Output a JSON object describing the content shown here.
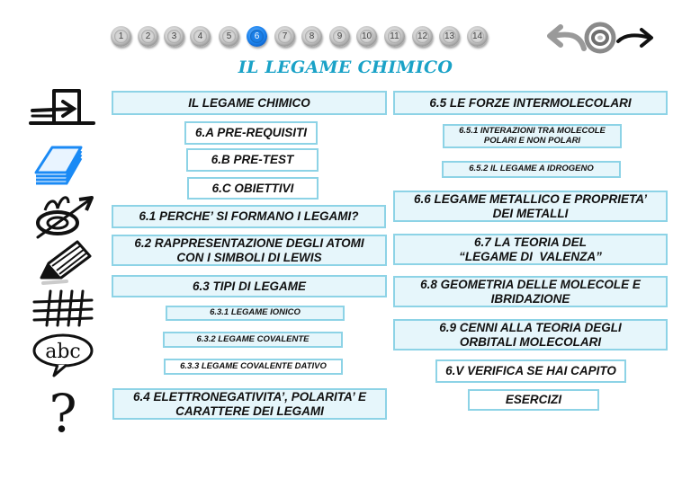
{
  "chapter_nav": {
    "chapters": [
      "1",
      "2",
      "3",
      "4",
      "5",
      "6",
      "7",
      "8",
      "9",
      "10",
      "11",
      "12",
      "13",
      "14"
    ],
    "active": "6"
  },
  "nav_icons": {
    "back": "back-arrow-icon",
    "home": "home-target-icon",
    "forward": "forward-arrow-icon"
  },
  "title": "IL LEGAME CHIMICO",
  "sidebar": {
    "icons": [
      "exit-door-icon",
      "notes-stack-icon",
      "target-arrow-icon",
      "pencil-icon",
      "grid-hash-icon",
      "abc-speech-icon",
      "question-mark-icon"
    ]
  },
  "colors": {
    "title": "#1aa2c7",
    "box_border": "#8dd3e6",
    "box_fill": "#e6f6fb",
    "active_chapter": "#1b7fe8"
  },
  "menu": {
    "left": {
      "intro": "IL LEGAME CHIMICO",
      "prereq": "6.A PRE-REQUISITI",
      "pretest": "6.B PRE-TEST",
      "objectives": "6.C OBIETTIVI",
      "s6_1": "6.1 PERCHE’ SI FORMANO I LEGAMI?",
      "s6_2_l1": "6.2 RAPPRESENTAZIONE DEGLI ATOMI",
      "s6_2_l2": "CON I SIMBOLI DI LEWIS",
      "s6_3": "6.3 TIPI DI LEGAME",
      "s6_3_1": "6.3.1 LEGAME IONICO",
      "s6_3_2": "6.3.2 LEGAME COVALENTE",
      "s6_3_3": "6.3.3 LEGAME COVALENTE DATIVO",
      "s6_4_l1": "6.4 ELETTRONEGATIVITA’, POLARITA’ E",
      "s6_4_l2": "CARATTERE DEI LEGAMI"
    },
    "right": {
      "s6_5": "6.5 LE FORZE INTERMOLECOLARI",
      "s6_5_1_l1": "6.5.1 INTERAZIONI TRA MOLECOLE",
      "s6_5_1_l2": "POLARI E NON POLARI",
      "s6_5_2": "6.5.2 IL LEGAME A IDROGENO",
      "s6_6_l1": "6.6 LEGAME METALLICO E PROPRIETA’",
      "s6_6_l2": "DEI METALLI",
      "s6_7_l1": "6.7 LA TEORIA DEL",
      "s6_7_l2": "“LEGAME DI  VALENZA”",
      "s6_8_l1": "6.8 GEOMETRIA DELLE MOLECOLE E",
      "s6_8_l2": "IBRIDAZIONE",
      "s6_9_l1": "6.9 CENNI ALLA TEORIA DEGLI",
      "s6_9_l2": "ORBITALI MOLECOLARI",
      "verify": "6.V VERIFICA SE HAI CAPITO",
      "exercises": "ESERCIZI"
    }
  }
}
